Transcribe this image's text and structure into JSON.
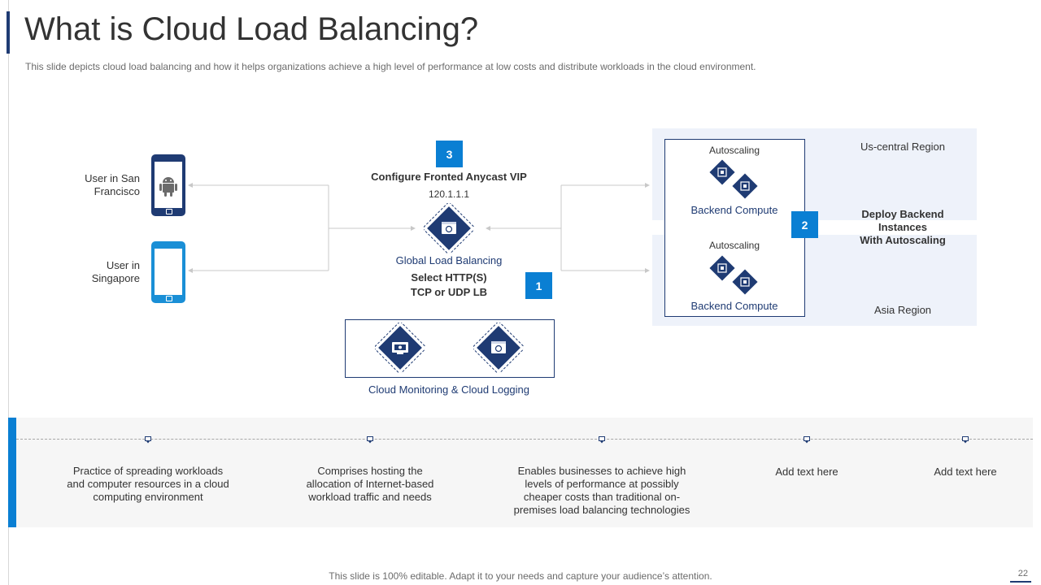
{
  "slide": {
    "title": "What is Cloud Load Balancing?",
    "subtitle": "This slide depicts cloud load balancing and how it helps organizations achieve a high level of performance at low costs and distribute workloads in the cloud environment.",
    "footer": "This slide is 100% editable. Adapt it to your needs and capture your audience’s attention.",
    "page_number": "22"
  },
  "users": [
    {
      "label": "User in San Francisco",
      "line1": "User in San",
      "line2": "Francisco",
      "icon": "android-phone-icon"
    },
    {
      "label": "User in Singapore",
      "line1": "User in",
      "line2": "Singapore",
      "icon": "phone-icon"
    }
  ],
  "center": {
    "badge_3": "3",
    "vip_title": "Configure Fronted Anycast VIP",
    "vip_ip": "120.1.1.1",
    "glb_label": "Global Load Balancing",
    "select_line1": "Select HTTP(S)",
    "select_line2": "TCP or UDP LB",
    "badge_1": "1",
    "monitoring_label": "Cloud Monitoring  & Cloud Logging"
  },
  "regions": {
    "top_autoscaling": "Autoscaling",
    "top_compute": "Backend Compute",
    "top_region": "Us-central Region",
    "bottom_autoscaling": "Autoscaling",
    "bottom_compute": "Backend Compute",
    "bottom_region": "Asia Region",
    "badge_2": "2",
    "deploy_line1": "Deploy Backend",
    "deploy_line2": "Instances",
    "deploy_line3": "With Autoscaling"
  },
  "bottom_items": [
    {
      "line1": "Practice of spreading workloads",
      "line2": "and computer resources in a cloud",
      "line3": "computing environment",
      "line4": ""
    },
    {
      "line1": "Comprises hosting the",
      "line2": "allocation of Internet-based",
      "line3": "workload traffic and needs",
      "line4": ""
    },
    {
      "line1": "Enables businesses to achieve high",
      "line2": "levels of performance  at possibly",
      "line3": "cheaper costs than traditional on-",
      "line4": "premises load balancing technologies"
    },
    {
      "line1": "Add text here",
      "line2": "",
      "line3": "",
      "line4": ""
    },
    {
      "line1": "Add text here",
      "line2": "",
      "line3": "",
      "line4": ""
    }
  ],
  "colors": {
    "navy": "#1f3b73",
    "blue": "#0a7fd3",
    "region_bg": "#eef2fa"
  }
}
